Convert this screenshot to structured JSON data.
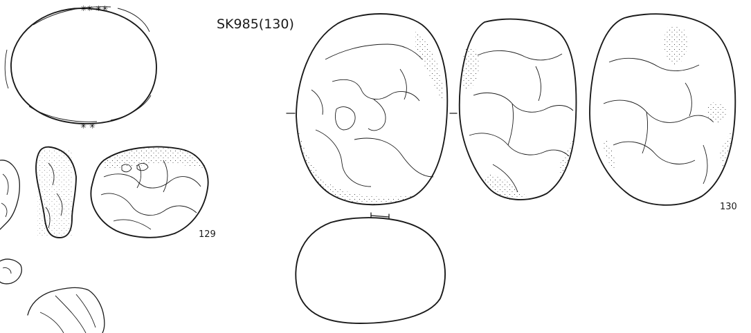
{
  "labels": {
    "site": "SK985(130)",
    "artifact_129": "129",
    "artifact_130": "130"
  },
  "colors": {
    "ink": "#1a1a1a",
    "paper": "#ffffff"
  }
}
